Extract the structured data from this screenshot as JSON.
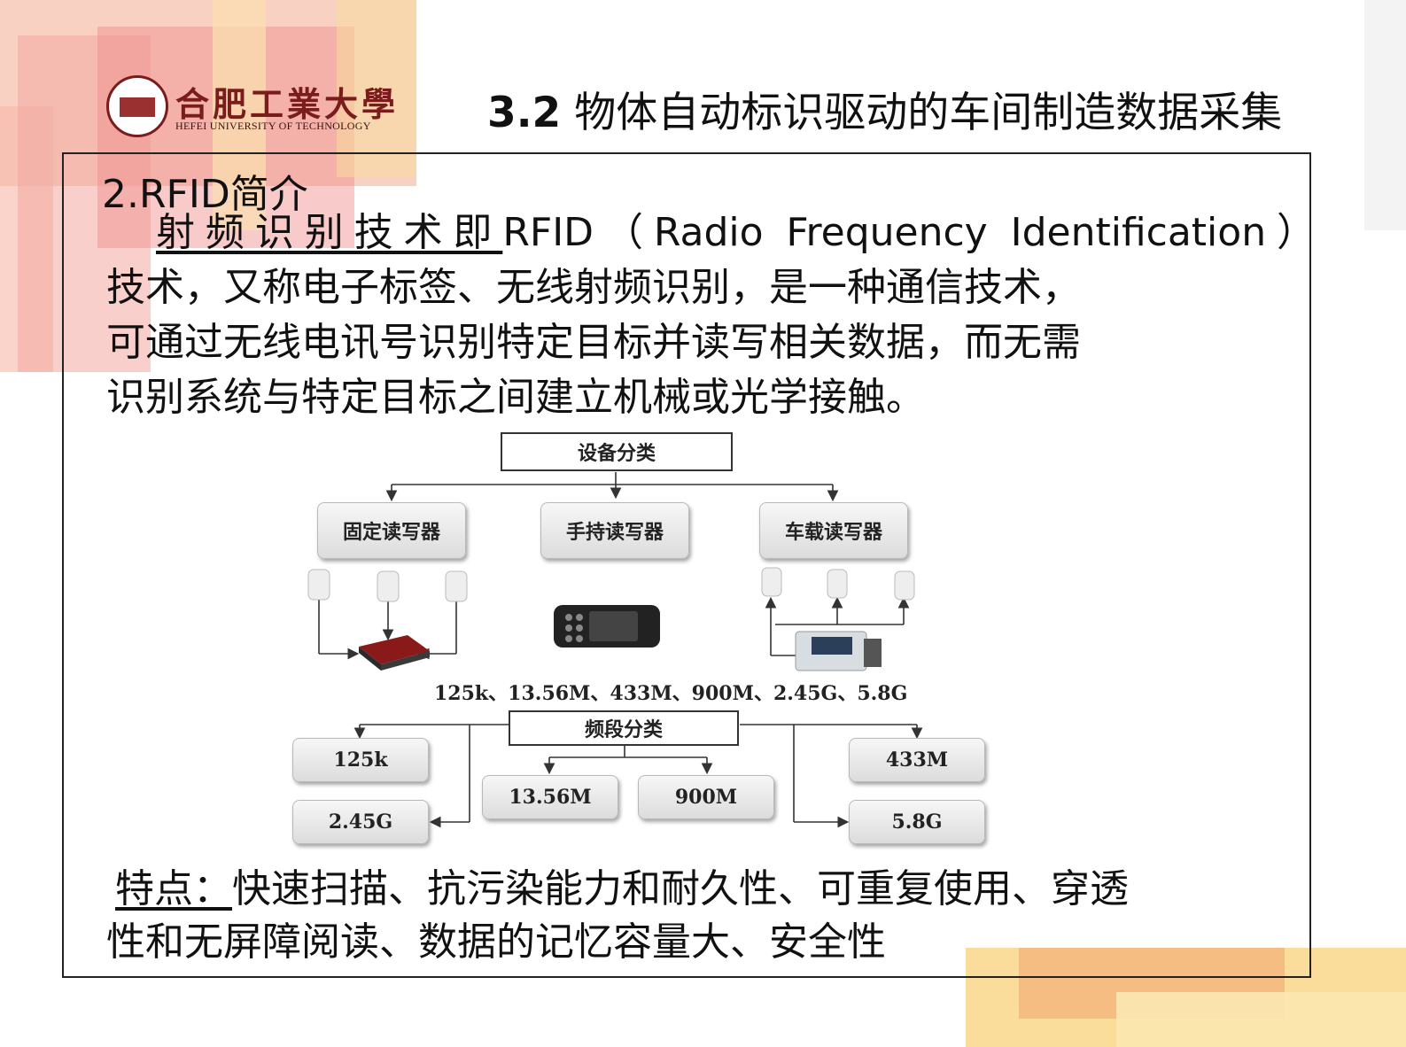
{
  "header": {
    "logo_cn": "合肥工業大學",
    "logo_en": "HEFEI UNIVERSITY OF TECHNOLOGY",
    "title_num": "3.2",
    "title_text": "物体自动标识驱动的车间制造数据采集"
  },
  "section": {
    "title": "2.RFID简介",
    "para_underlined": "射频识别技术即",
    "para_line1_rest": "RFID（Radio  Frequency  Identification）",
    "para_line2": "技术，又称电子标签、无线射频识别，是一种通信技术，",
    "para_line3": "可通过无线电讯号识别特定目标并读写相关数据，而无需",
    "para_line4": "识别系统与特定目标之间建立机械或光学接触。"
  },
  "diagram": {
    "device_class": "设备分类",
    "fixed_reader": "固定读写器",
    "handheld_reader": "手持读写器",
    "vehicle_reader": "车载读写器",
    "freq_list": "125k、13.56M、433M、900M、2.45G、5.8G",
    "band_class": "频段分类",
    "f125k": "125k",
    "f245g": "2.45G",
    "f1356m": "13.56M",
    "f900m": "900M",
    "f433m": "433M",
    "f58g": "5.8G"
  },
  "features": {
    "label": "特点：",
    "text_line1": "快速扫描、抗污染能力和耐久性、可重复使用、穿透",
    "text_line2": "性和无屏障阅读、数据的记忆容量大、安全性"
  }
}
